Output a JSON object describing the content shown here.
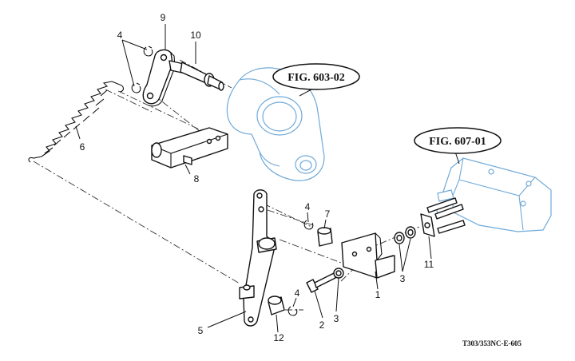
{
  "figure_refs": {
    "fig_603": "FIG. 603-02",
    "fig_607": "FIG. 607-01"
  },
  "document_id": "T303/353NC-E-605",
  "callouts": {
    "c1": "1",
    "c2": "2",
    "c3a": "3",
    "c3b": "3",
    "c4a": "4",
    "c4b": "4",
    "c4c": "4",
    "c5": "5",
    "c6": "6",
    "c7": "7",
    "c8": "8",
    "c9": "9",
    "c10": "10",
    "c11": "11",
    "c12": "12"
  },
  "colors": {
    "reference_part": "#6fa9d8",
    "line_art": "#111111"
  }
}
